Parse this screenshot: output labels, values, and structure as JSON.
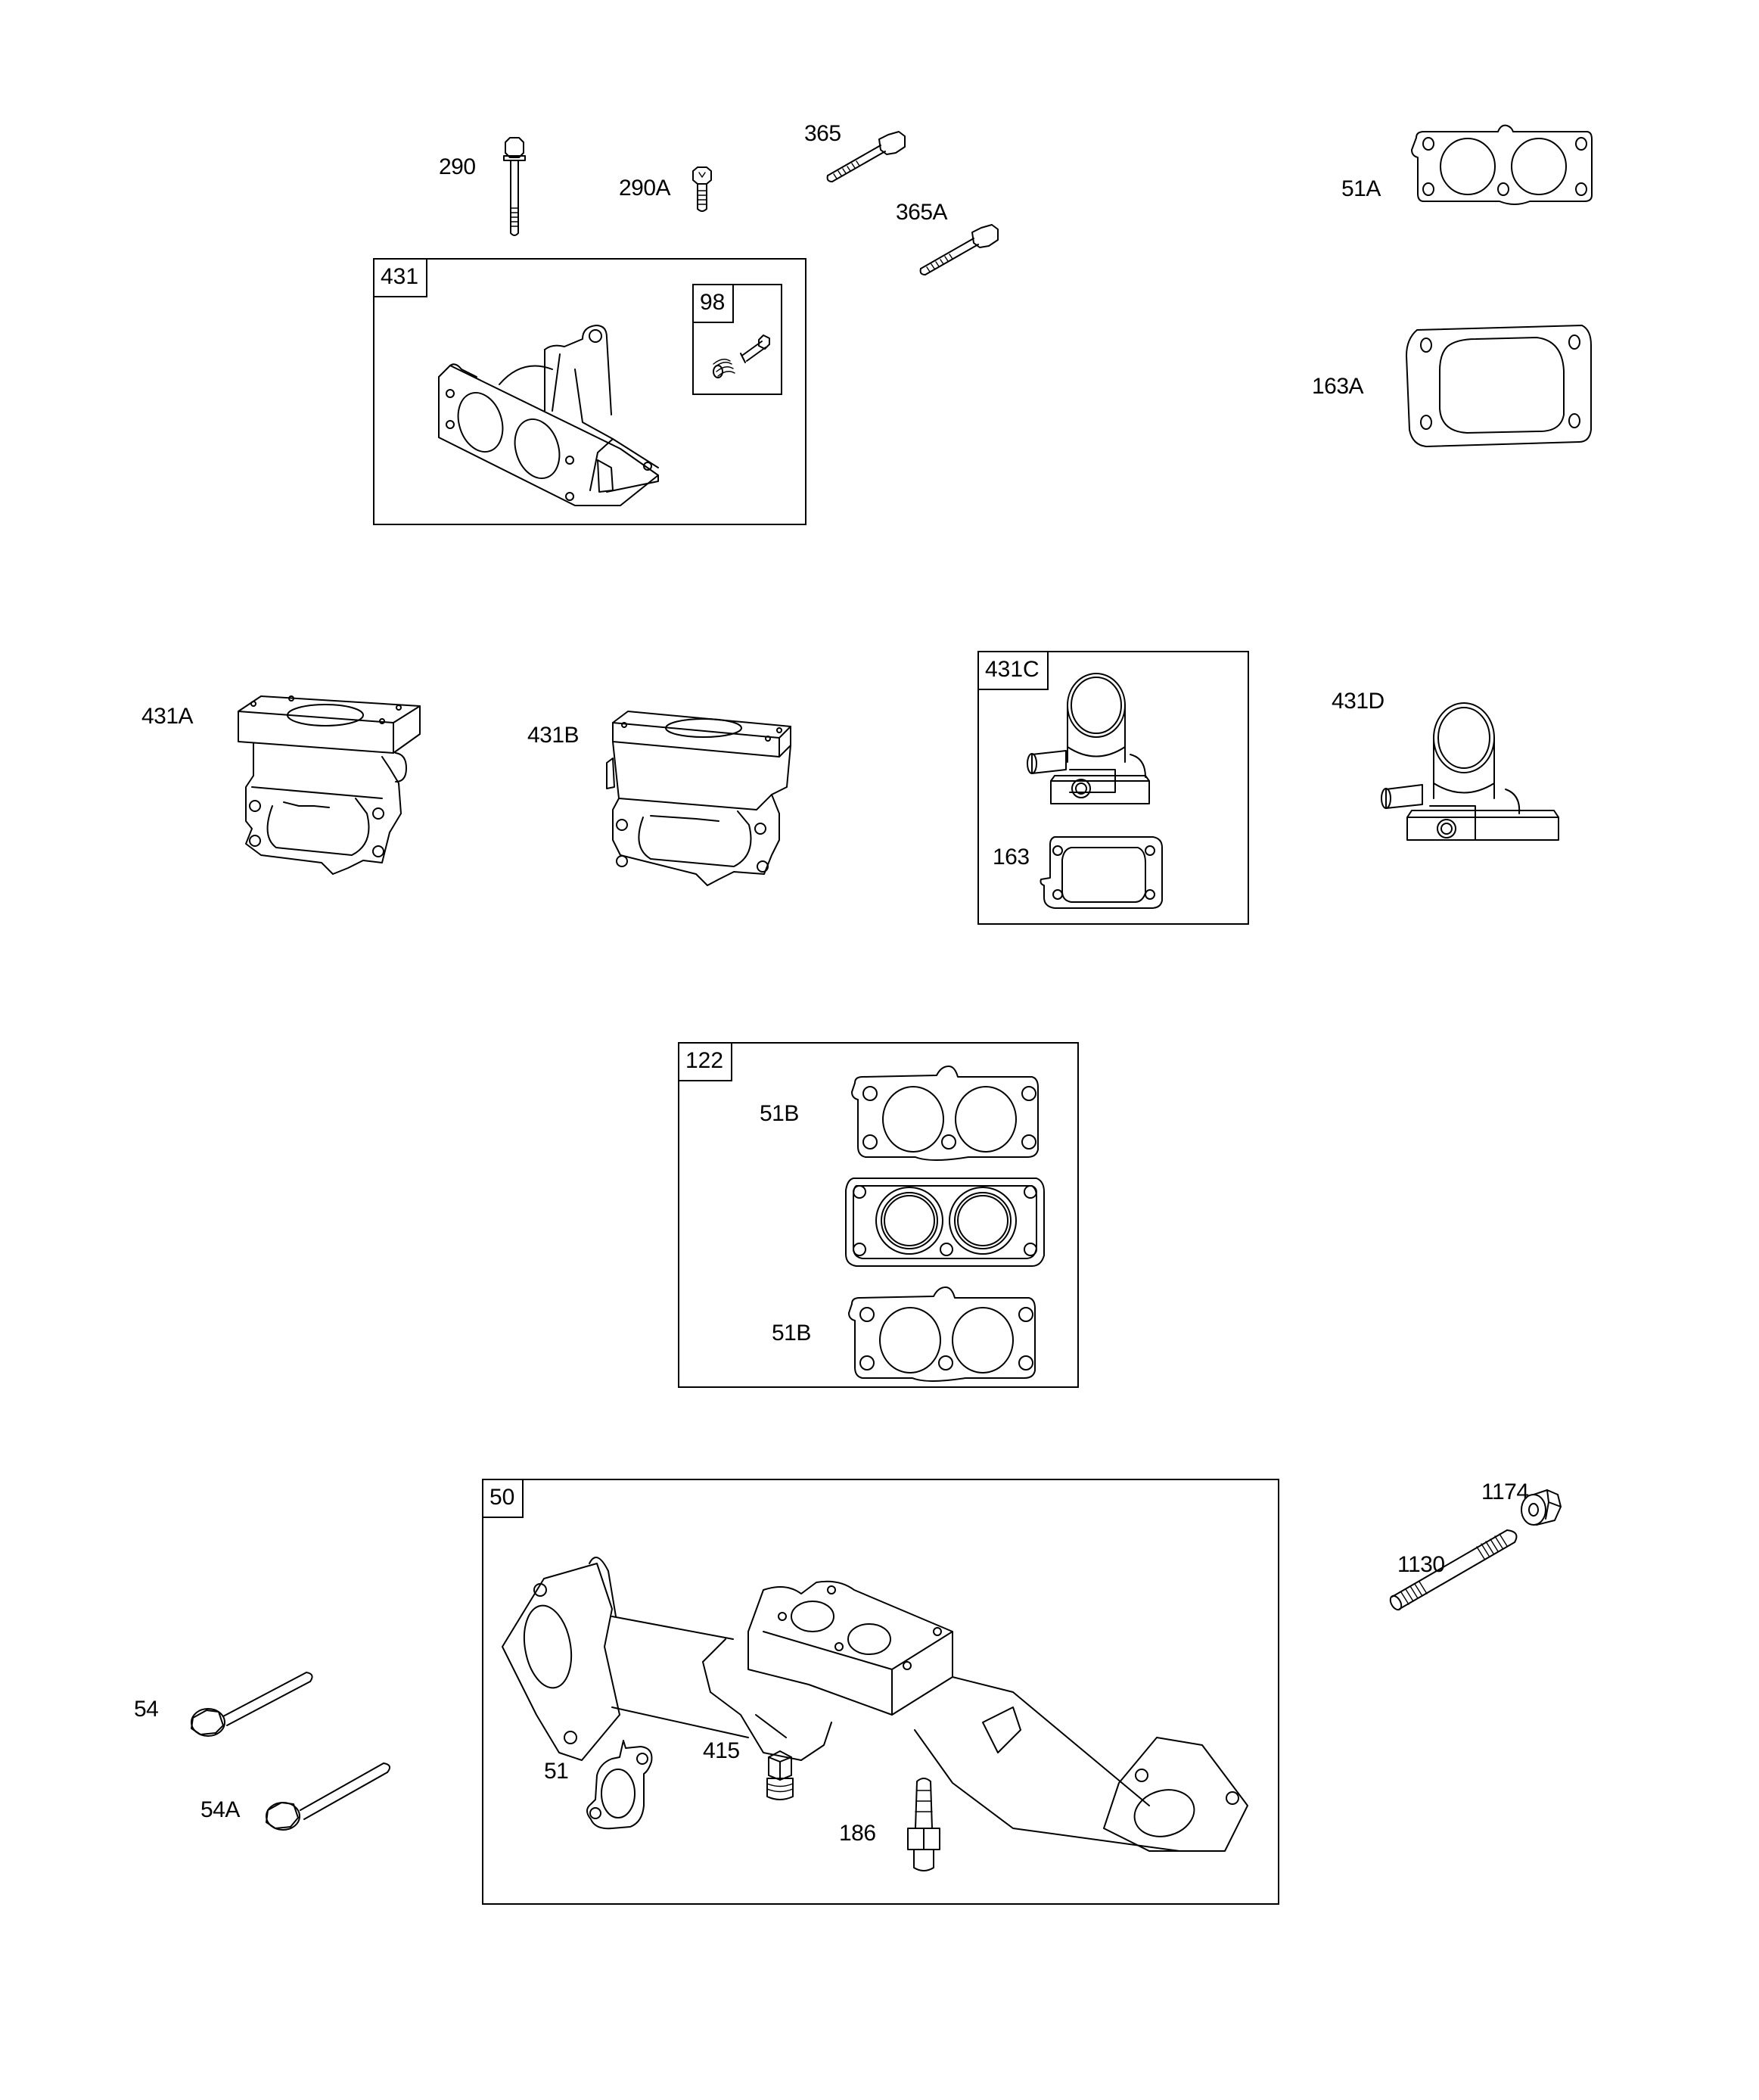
{
  "diagram": {
    "type": "exploded parts diagram",
    "line_color": "#000000",
    "background": "#ffffff"
  },
  "callouts": {
    "c290": "290",
    "c290A": "290A",
    "c365": "365",
    "c365A": "365A",
    "c51A": "51A",
    "c163A": "163A",
    "c431A": "431A",
    "c431B": "431B",
    "c431D": "431D",
    "c54": "54",
    "c54A": "54A",
    "c1174": "1174",
    "c1130": "1130"
  },
  "kits": {
    "k431": {
      "tag": "431",
      "sub": {
        "k98": {
          "tag": "98"
        }
      }
    },
    "k431C": {
      "tag": "431C",
      "items": {
        "c163": "163"
      }
    },
    "k122": {
      "tag": "122",
      "items": {
        "top": "51B",
        "bottom": "51B"
      }
    },
    "k50": {
      "tag": "50",
      "items": {
        "c51": "51",
        "c415": "415",
        "c186": "186"
      }
    }
  },
  "icons": {
    "bolt": "hex-flange-bolt-icon",
    "gasket_dual": "dual-port-gasket-icon",
    "gasket_oval": "oval-gasket-icon",
    "throttle_body": "throttle-body-icon",
    "adapter": "intake-adapter-icon",
    "elbow": "intake-elbow-icon",
    "manifold": "intake-manifold-icon",
    "stud": "threaded-stud-icon",
    "nut": "flange-nut-icon",
    "plug": "pipe-plug-icon",
    "fitting": "hose-fitting-icon"
  }
}
